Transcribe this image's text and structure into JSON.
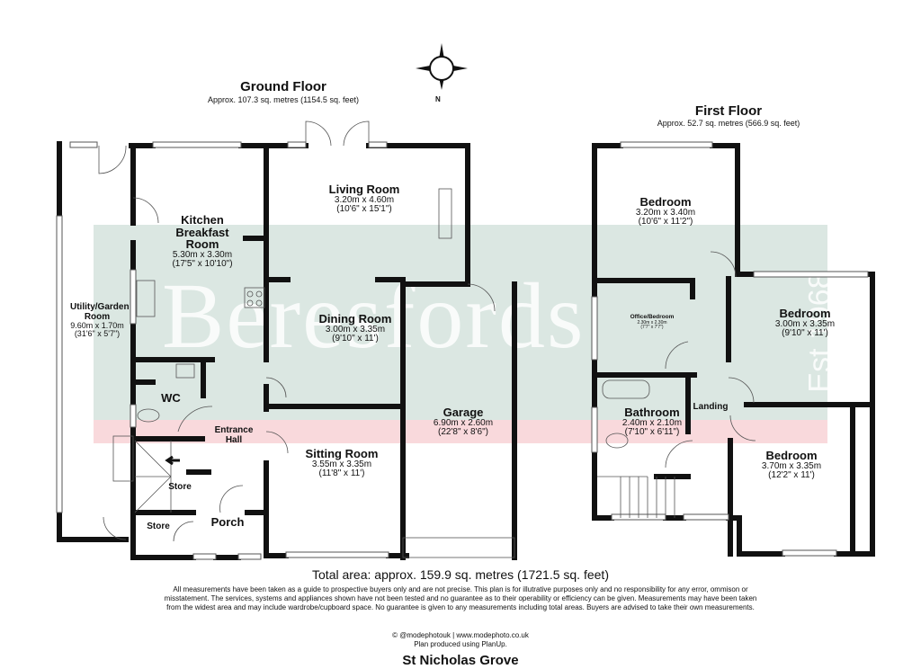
{
  "compass": {
    "label": "N"
  },
  "ground_floor": {
    "title": "Ground Floor",
    "area": "Approx. 107.3 sq. metres (1154.5 sq. feet)",
    "rooms": {
      "utility": {
        "name": "Utility/Garden Room",
        "metric": "9.60m x 1.70m",
        "imperial": "(31'6\" x 5'7\")"
      },
      "kitchen": {
        "name": "Kitchen Breakfast Room",
        "metric": "5.30m x 3.30m",
        "imperial": "(17'5\" x 10'10\")"
      },
      "living": {
        "name": "Living Room",
        "metric": "3.20m x 4.60m",
        "imperial": "(10'6\" x 15'1\")"
      },
      "dining": {
        "name": "Dining Room",
        "metric": "3.00m x 3.35m",
        "imperial": "(9'10\" x 11')"
      },
      "wc": {
        "name": "WC"
      },
      "entrance": {
        "name": "Entrance Hall"
      },
      "store1": {
        "name": "Store"
      },
      "store2": {
        "name": "Store"
      },
      "porch": {
        "name": "Porch"
      },
      "sitting": {
        "name": "Sitting Room",
        "metric": "3.55m x 3.35m",
        "imperial": "(11'8\" x 11')"
      },
      "garage": {
        "name": "Garage",
        "metric": "6.90m x 2.60m",
        "imperial": "(22'8\" x 8'6\")"
      }
    }
  },
  "first_floor": {
    "title": "First Floor",
    "area": "Approx. 52.7 sq. metres (566.9 sq. feet)",
    "rooms": {
      "bedroom1": {
        "name": "Bedroom",
        "metric": "3.20m x 3.40m",
        "imperial": "(10'6\" x 11'2\")"
      },
      "office": {
        "name": "Office/Bedroom",
        "metric": "2.30m x 2.30m",
        "imperial": "(7'7\" x 7'7\")"
      },
      "bedroom2": {
        "name": "Bedroom",
        "metric": "3.00m x 3.35m",
        "imperial": "(9'10\" x 11')"
      },
      "bathroom": {
        "name": "Bathroom",
        "metric": "2.40m x 2.10m",
        "imperial": "(7'10\" x 6'11\")"
      },
      "landing": {
        "name": "Landing"
      },
      "bedroom3": {
        "name": "Bedroom",
        "metric": "3.70m x 3.35m",
        "imperial": "(12'2\" x 11')"
      }
    }
  },
  "watermark": {
    "brand": "Beresfords",
    "est": "Est 1968"
  },
  "footer": {
    "total": "Total area: approx. 159.9 sq. metres (1721.5 sq. feet)",
    "disclaimer": "All measurements have been taken as a guide to prospective buyers only and are not precise. This plan is for illutrative purposes only and no responsibility for any error, ommison or misstatement. The services, systems and appliances shown have not been tested and no guarantee as to their operability or efficiency can be given. Measurements may have been taken from the widest area and may include wardrobe/cupboard space. No guarantee is given to any measurements including total areas. Buyers are advised to take their own measurements.",
    "credit1": "© @modephotouk | www.modephoto.co.uk",
    "credit2": "Plan produced using PlanUp.",
    "address": "St Nicholas Grove"
  },
  "colors": {
    "wall": "#111111",
    "watermark_band": "#dbe7e2",
    "pink_band": "#f9d9dc"
  }
}
